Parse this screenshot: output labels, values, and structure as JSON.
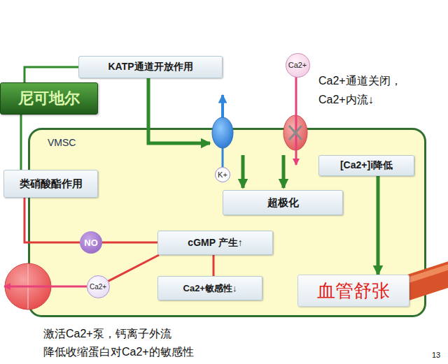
{
  "diagram": {
    "nodes": [
      {
        "text": [
          "KATP通道开放作用"
        ]
      },
      {
        "text": [
          "Ca2+"
        ]
      },
      {
        "text": [
          "尼可地尔"
        ]
      },
      {
        "text": [
          "VMSC"
        ]
      },
      {
        "text": [
          "[Ca2+]i降低"
        ],
        "in": 3
      },
      {
        "text": [
          "类硝酸酯作用"
        ]
      },
      {
        "text": [
          "K+"
        ],
        "in": 3
      },
      {
        "text": [
          "超极化"
        ],
        "in": 3
      },
      {
        "text": [
          "NO"
        ],
        "in": 3
      },
      {
        "text": [
          "cGMP 产生↑"
        ],
        "in": 3
      },
      {
        "text": [
          "Ca2+"
        ],
        "in": 3
      },
      {
        "text": [
          "Ca2+敏感性↓"
        ],
        "in": 3
      },
      {
        "text": [
          "血管舒张"
        ],
        "in": 3
      }
    ],
    "edges": [
      {
        "from": 2,
        "to": 0,
        "arrow": "none"
      },
      {
        "from": 0,
        "to": 3,
        "arrow": "to"
      },
      {
        "from": 2,
        "to": 5,
        "arrow": "none"
      },
      {
        "from": 5,
        "to": 8,
        "arrow": "none"
      },
      {
        "from": 8,
        "to": 9,
        "arrow": "none"
      },
      {
        "from": 9,
        "to": 11,
        "arrow": "none"
      },
      {
        "from": 9,
        "to": 10,
        "arrow": "none"
      },
      {
        "from": 4,
        "to": 12,
        "arrow": "to"
      }
    ],
    "labels": [
      "Ca2+通道关闭，",
      "Ca2+内流↓",
      "激活Ca2+泵，钙离子外流",
      "降低收缩蛋白对Ca2+的敏感性",
      "13"
    ]
  }
}
